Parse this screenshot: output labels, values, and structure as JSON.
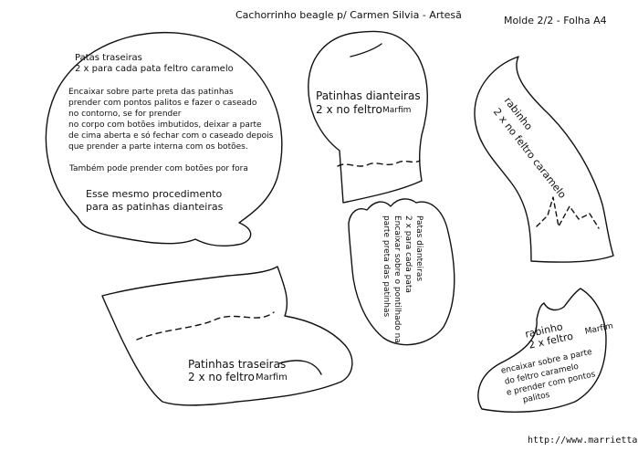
{
  "header": {
    "title": "Cachorrinho beagle p/ Carmen Silvia - Artesã",
    "sheet": "Molde 2/2 - Folha A4"
  },
  "patas_traseiras_note": {
    "line1": "Patas traseiras",
    "line2": "2 x para cada pata feltro caramelo",
    "para1": [
      "Encaixar sobre parte preta das patinhas",
      "prender com pontos palitos e fazer o caseado",
      "no contorno, se for prender",
      "no corpo com botões imbutidos, deixar a parte",
      "de cima aberta e só fechar com o caseado depois",
      "que prender a parte interna com os botões."
    ],
    "para2": "Também pode prender com botões por fora",
    "para3": [
      "Esse mesmo procedimento",
      "para as patinhas dianteiras"
    ]
  },
  "patinhas_dianteiras": {
    "line1": "Patinhas dianteiras",
    "line2": "2 x no feltro",
    "material": "Marfim"
  },
  "patas_dianteiras": {
    "lines": [
      "Patas dianteiras",
      "2 x para cada pata",
      "Encaixar sobre o pontilhado na",
      "parte preta das patinhas"
    ]
  },
  "rabinho_caramelo": {
    "line1": "rabinho",
    "line2": "2 x no feltro caramelo"
  },
  "patinhas_traseiras": {
    "line1": "Patinhas traseiras",
    "line2": "2 x no feltro",
    "material": "Marfim"
  },
  "rabinho_marfim": {
    "line1": "rabinho",
    "line2": "2 x feltro",
    "material": "Marfim",
    "notes": [
      "encaixar sobre a parte",
      "do feltro caramelo",
      "e prender com pontos",
      "palitos"
    ]
  },
  "footer": {
    "url": "http://www.marrietta.ru/"
  },
  "colors": {
    "line": "#111111",
    "background": "#ffffff"
  }
}
